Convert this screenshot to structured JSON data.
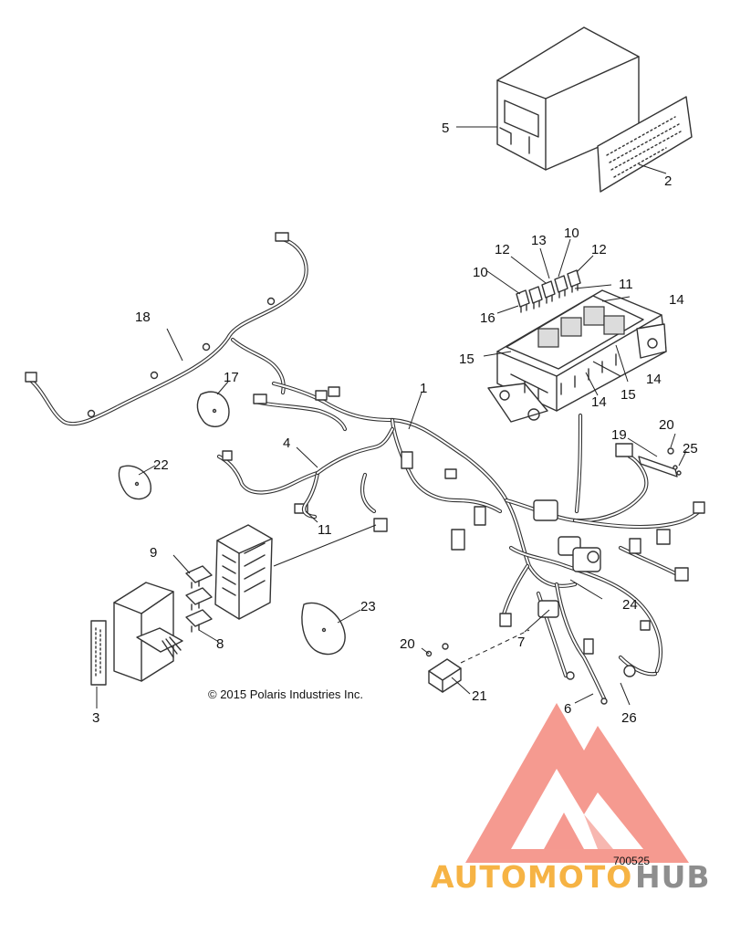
{
  "copyright": "© 2015 Polaris Industries Inc.",
  "figure_number": "700525",
  "watermark": {
    "brand_part1": "AUTOMOTO",
    "brand_part2": "HUB",
    "color_primary": "#f5a623",
    "color_secondary": "#7a7a7a",
    "logo_color": "#f27b6e"
  },
  "callouts": {
    "c1": "1",
    "c2": "2",
    "c3": "3",
    "c4": "4",
    "c5": "5",
    "c6": "6",
    "c7": "7",
    "c8": "8",
    "c9": "9",
    "c10a": "10",
    "c10b": "10",
    "c11a": "11",
    "c11b": "11",
    "c12a": "12",
    "c12b": "12",
    "c13": "13",
    "c14a": "14",
    "c14b": "14",
    "c14c": "14",
    "c15a": "15",
    "c15b": "15",
    "c16": "16",
    "c17": "17",
    "c18": "18",
    "c19": "19",
    "c20a": "20",
    "c20b": "20",
    "c21": "21",
    "c22": "22",
    "c23": "23",
    "c24": "24",
    "c25": "25",
    "c26": "26"
  }
}
